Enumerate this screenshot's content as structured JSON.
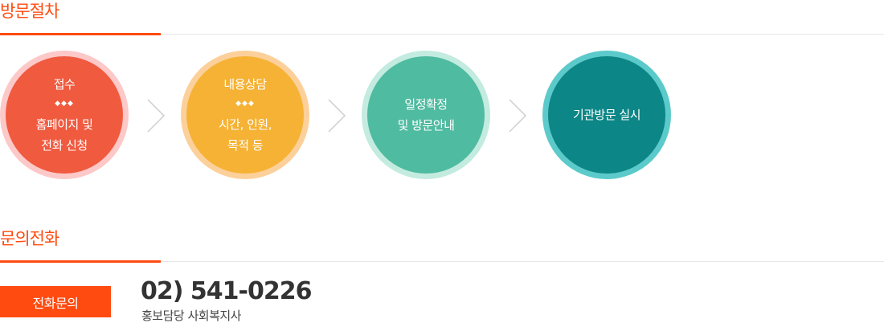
{
  "visit": {
    "title": "방문절차",
    "steps": [
      {
        "line1": "접수",
        "dots": "◆◆◆",
        "line2": "홈페이지 및",
        "line3": "전화 신청",
        "color": "#f05a3f",
        "ring": "#fcc8c8"
      },
      {
        "line1": "내용상담",
        "dots": "◆◆◆",
        "line2": "시간, 인원,",
        "line3": "목적 등",
        "color": "#f5b234",
        "ring": "#fcd09a"
      },
      {
        "line1": "일정확정",
        "line2": "및 방문안내",
        "color": "#4fbba0",
        "ring": "#c3ebdf"
      },
      {
        "line1": "기관방문 실시",
        "color": "#0c8686",
        "ring": "#5ccaca"
      }
    ]
  },
  "contact": {
    "title": "문의전화",
    "badge": "전화문의",
    "phone": "02) 541-0226",
    "dept": "홍보담당 사회복지사"
  },
  "colors": {
    "accent": "#ff4b10",
    "rule": "#e7e7e7",
    "chevron": "#cfcfcf"
  },
  "icons": {
    "separator": "chevron-right-icon"
  }
}
